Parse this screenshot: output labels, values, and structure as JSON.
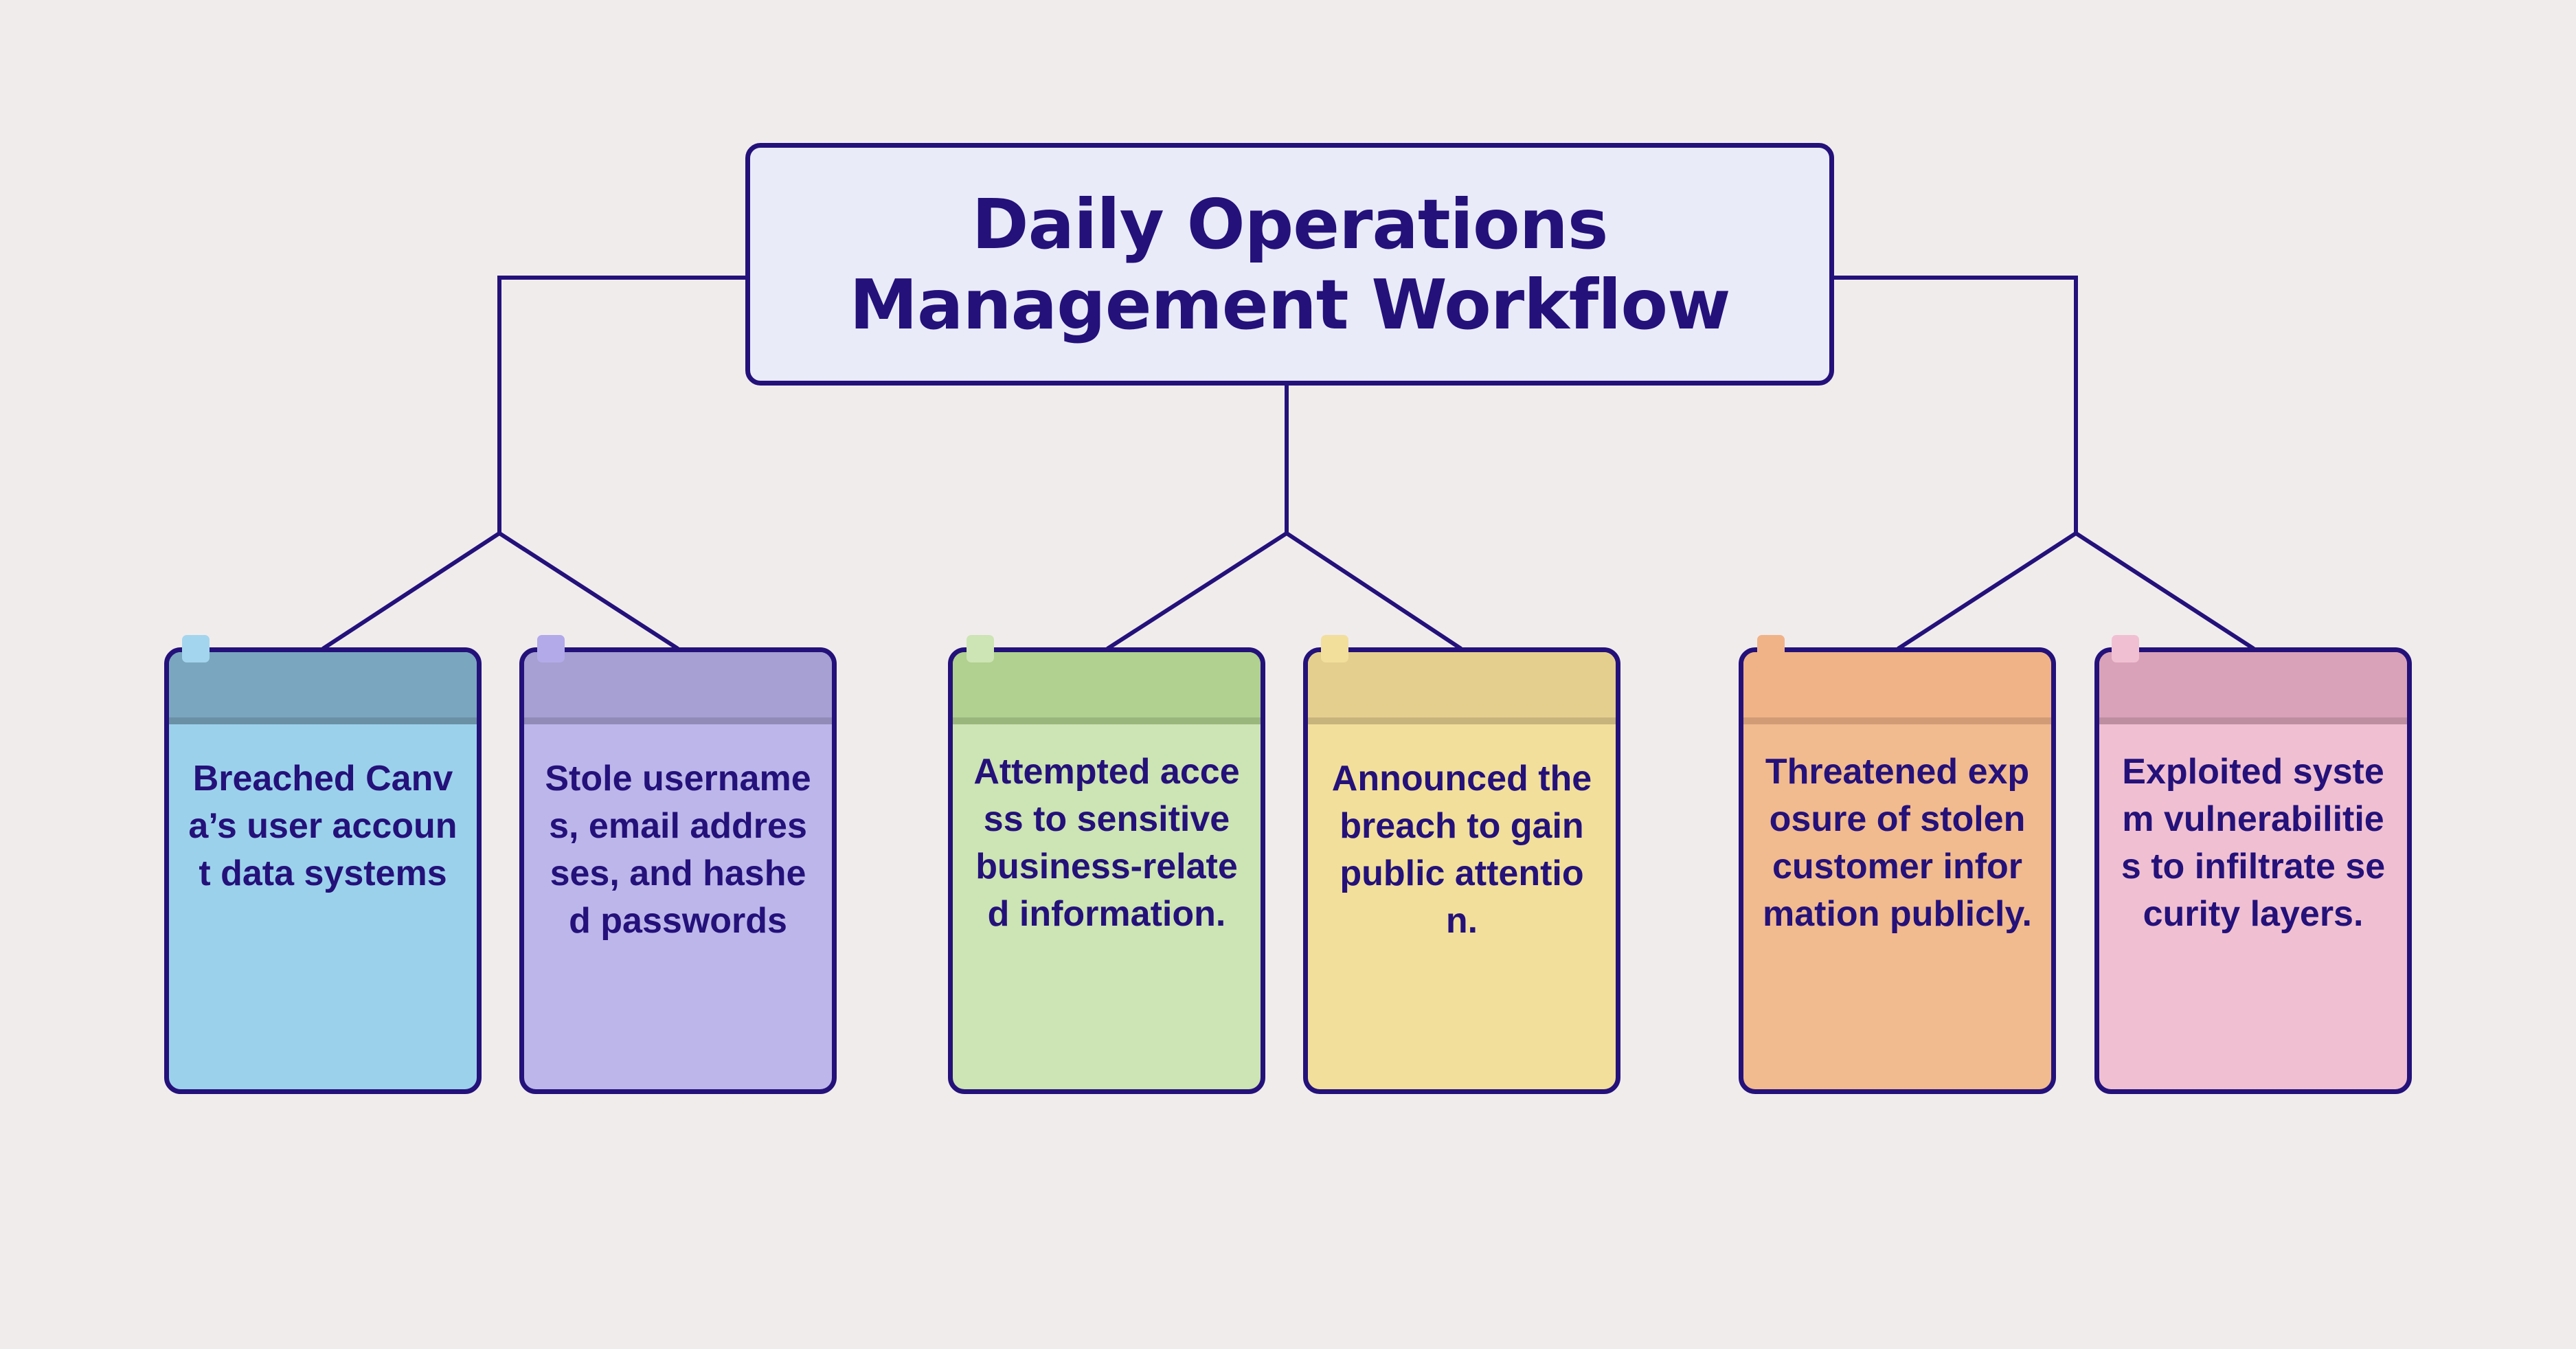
{
  "title": {
    "line1": "Daily Operations",
    "line2": "Management Workflow"
  },
  "colors": {
    "background": "#F1ECEC",
    "ink": "#24117A",
    "title_fill": "#E9EBF8"
  },
  "cards": [
    {
      "text": "Breached Canva’s user account data systems",
      "body_color": "#9CD1EC",
      "header_color": "#7AA6BF",
      "tab_color": "#A3D6EE"
    },
    {
      "text": "Stole usernames, email addresses, and hashed passwords",
      "body_color": "#BDB6EA",
      "header_color": "#A6A0D3",
      "tab_color": "#B3AAEA"
    },
    {
      "text": "Attempted access to sensitive business-related information.",
      "body_color": "#CDE4B4",
      "header_color": "#B0D18F",
      "tab_color": "#CDE4B4"
    },
    {
      "text": "Announced the breach to gain public attention.",
      "body_color": "#F2DF9C",
      "header_color": "#E5CF8F",
      "tab_color": "#F2DF9C"
    },
    {
      "text": "Threatened exposure of stolen customer information publicly.",
      "body_color": "#F2BA8F",
      "header_color": "#F0B388",
      "tab_color": "#F0B388"
    },
    {
      "text": "Exploited system vulnerabilities to infiltrate security layers.",
      "body_color": "#F0C0D2",
      "header_color": "#DAA2B8",
      "tab_color": "#F0C0D2"
    }
  ]
}
